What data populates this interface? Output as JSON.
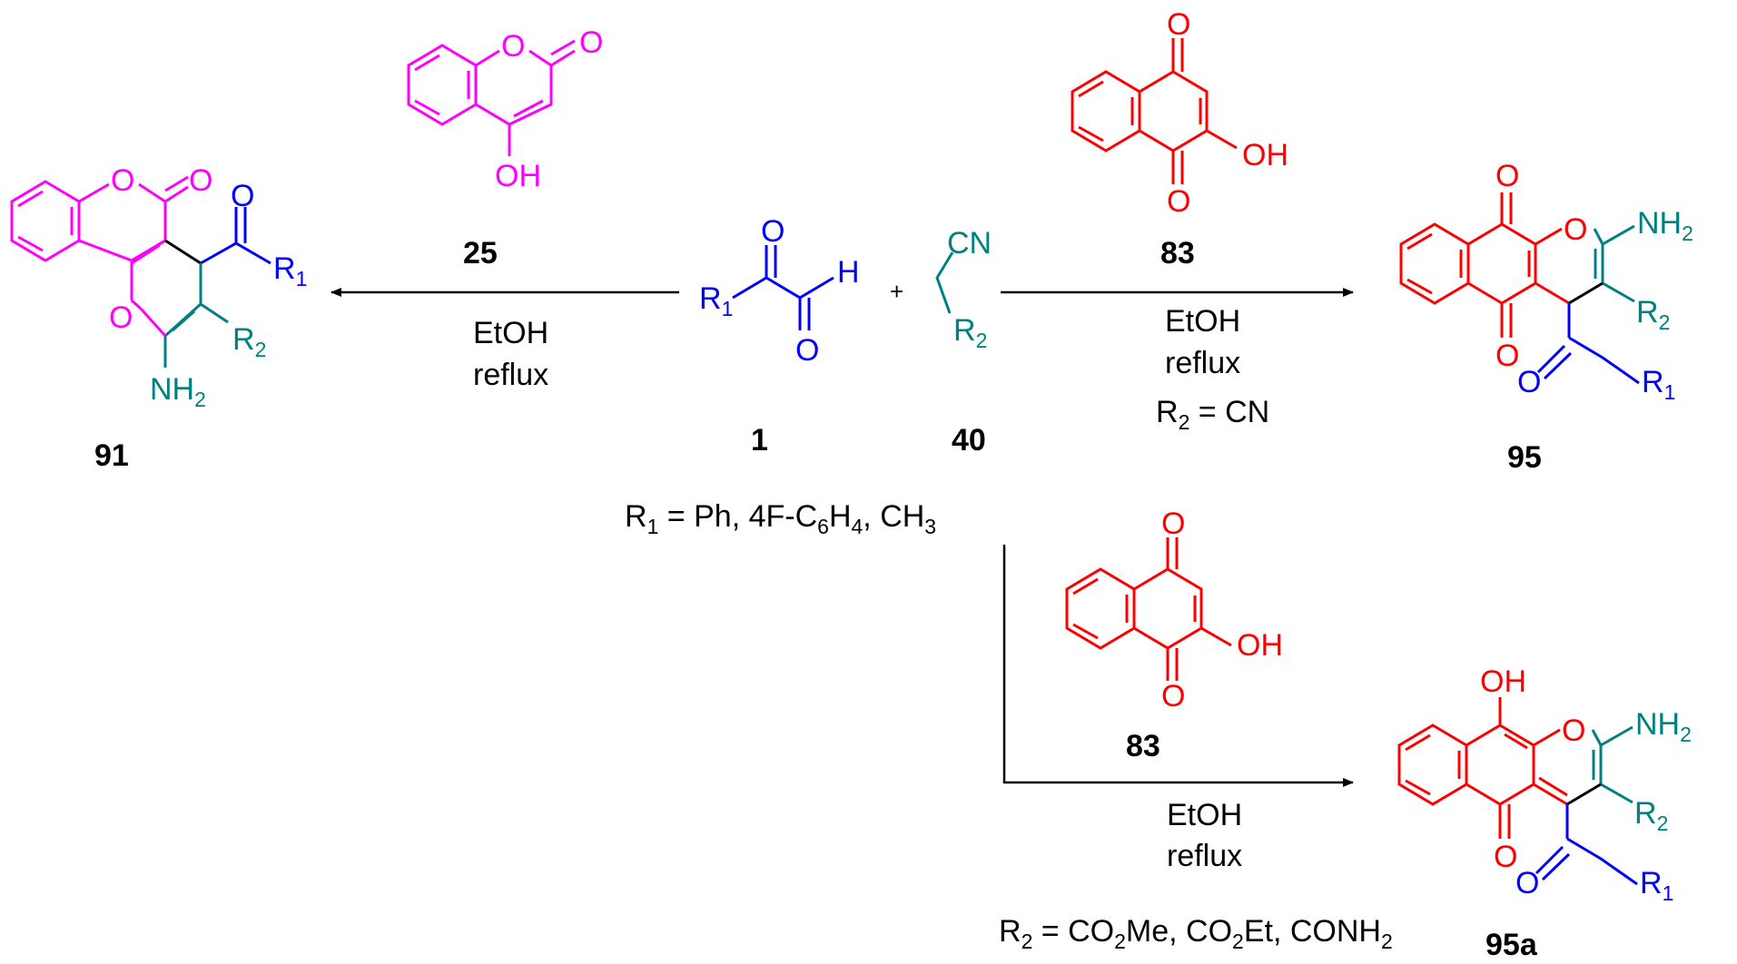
{
  "colors": {
    "reagent_25": "#ff00ff",
    "reagent_83": "#ff0000",
    "reagent_1": "#0000ff",
    "reagent_40": "#008080",
    "arrows": "#000000",
    "text": "#000000"
  },
  "compounds": {
    "c25": {
      "number": "25",
      "atoms": {
        "o_ring": "O",
        "o_carbonyl": "O",
        "oh": "OH"
      }
    },
    "c83_top": {
      "number": "83",
      "atoms": {
        "o_top": "O",
        "o_bottom": "O",
        "oh": "OH"
      }
    },
    "c83_bottom": {
      "number": "83",
      "atoms": {
        "o_top": "O",
        "o_bottom": "O",
        "oh": "OH"
      }
    },
    "c1": {
      "number": "1",
      "atoms": {
        "o_ketone": "O",
        "r1_main": "R",
        "r1_sub": "1",
        "h": "H",
        "o_aldehyde": "O"
      }
    },
    "c40": {
      "number": "40",
      "atoms": {
        "cn": "CN",
        "r2_main": "R",
        "r2_sub": "2"
      }
    },
    "c91": {
      "number": "91",
      "atoms": {
        "o_ring_top": "O",
        "o_carbonyl": "O",
        "o_acyl": "O",
        "r1_main": "R",
        "r1_sub": "1",
        "o_pyran": "O",
        "r2_main": "R",
        "r2_sub": "2",
        "nh2_main": "NH",
        "nh2_sub": "2"
      }
    },
    "c95": {
      "number": "95",
      "atoms": {
        "o_top": "O",
        "o_ring": "O",
        "nh2_main": "NH",
        "nh2_sub": "2",
        "o_bottom": "O",
        "r2_main": "R",
        "r2_sub": "2",
        "o_acyl": "O",
        "r1_main": "R",
        "r1_sub": "1"
      }
    },
    "c95a": {
      "number": "95a",
      "atoms": {
        "oh": "OH",
        "o_ring": "O",
        "nh2_main": "NH",
        "nh2_sub": "2",
        "o_bottom": "O",
        "r2_main": "R",
        "r2_sub": "2",
        "o_acyl": "O",
        "r1_main": "R",
        "r1_sub": "1"
      }
    }
  },
  "plus_sign": "+",
  "conditions": {
    "left": {
      "solvent": "EtOH",
      "temp": "reflux"
    },
    "right_top": {
      "solvent": "EtOH",
      "temp": "reflux",
      "r2_note": [
        "R",
        "2",
        " = CN"
      ]
    },
    "right_bottom": {
      "solvent": "EtOH",
      "temp": "reflux"
    }
  },
  "substituents": {
    "r1_definition": [
      "R",
      "1",
      " = Ph, 4F-C",
      "6",
      "H",
      "4",
      ", CH",
      "3"
    ],
    "r2_definition_bottom": [
      "R",
      "2",
      " = CO",
      "2",
      "Me, CO",
      "2",
      "Et, CONH",
      "2"
    ]
  }
}
